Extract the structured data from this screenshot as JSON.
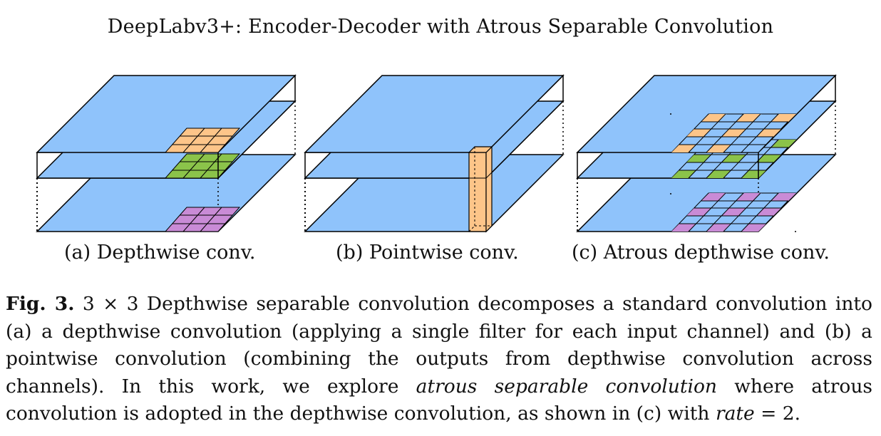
{
  "title": "DeepLabv3+: Encoder-Decoder with Atrous Separable Convolution",
  "subfigures": {
    "a": "(a) Depthwise conv.",
    "b": "(b) Pointwise conv.",
    "c": "(c) Atrous depthwise conv."
  },
  "caption": {
    "label": "Fig. 3.",
    "part1": "3 × 3 Depthwise separable convolution decomposes a standard convolution into (a) a depthwise convolution (applying a single filter for each input channel) and (b) a pointwise convolution (combining the outputs from depthwise convolution across channels). In this work, we explore ",
    "emph": "atrous separable convolution",
    "part2": " where atrous convolution is adopted in the depthwise convolution, as shown in (c) with ",
    "rate": "rate",
    "part3": " = 2."
  },
  "colors": {
    "slab": "#8fc3fb",
    "edge": "#000000",
    "orange": "#fdc589",
    "green": "#8bc34a",
    "purple": "#c98bd6"
  }
}
